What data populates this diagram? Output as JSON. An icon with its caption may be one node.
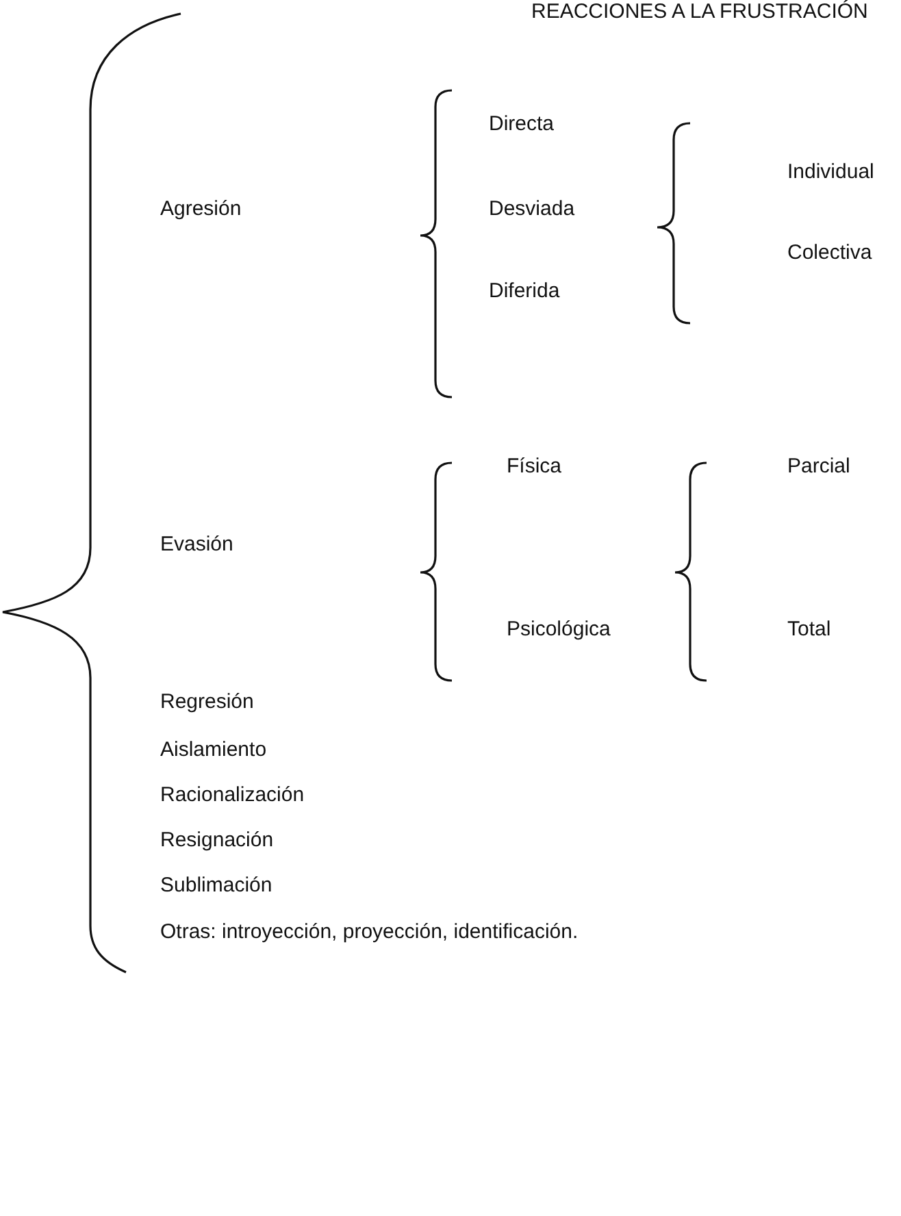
{
  "diagram": {
    "title": "REACCIONES A LA FRUSTRACIÓN",
    "labels": [
      "Directa",
      "Individual",
      "Agresión",
      "Desviada",
      "Colectiva",
      "Diferida",
      "Física",
      "Parcial",
      "Evasión",
      "Psicológica",
      "Total",
      "Regresión",
      "Aislamiento",
      "Racionalización",
      "Resignación",
      "Sublimación",
      "Otras: introyección, proyección, identificación."
    ]
  }
}
